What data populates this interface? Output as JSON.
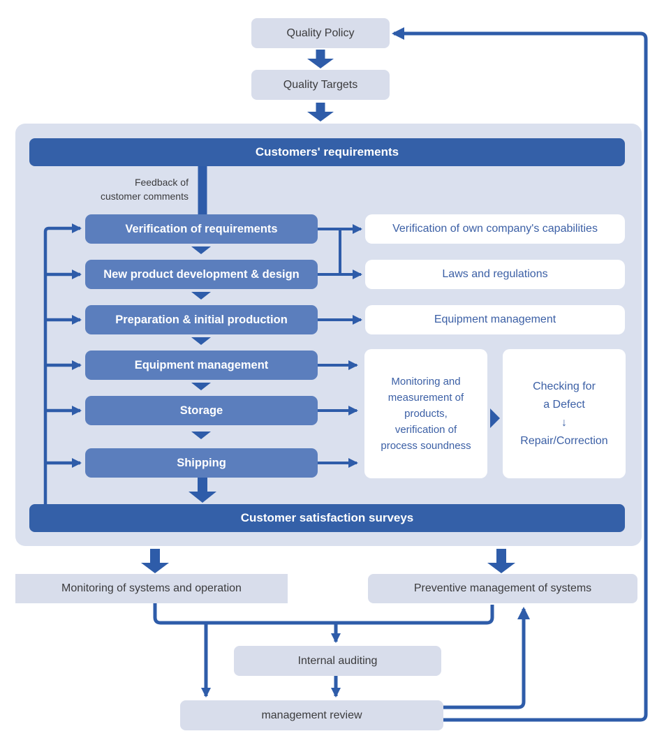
{
  "palette": {
    "accent_blue": "#2e5ca9",
    "band_blue": "#3460a8",
    "process_blue": "#5b7ebd",
    "light_box": "#d8ddeb",
    "container_bg": "#dae0ee",
    "white_box": "#ffffff",
    "text_dark": "#3b3b3d",
    "text_blue": "#3b5fa5"
  },
  "top": {
    "quality_policy": "Quality Policy",
    "quality_targets": "Quality Targets"
  },
  "container": {
    "header": "Customers' requirements",
    "feedback_note": {
      "lines": [
        "Feedback of",
        "customer comments"
      ]
    },
    "process_steps": [
      "Verification of requirements",
      "New product development & design",
      "Preparation & initial production",
      "Equipment management",
      "Storage",
      "Shipping"
    ],
    "side_boxes": [
      "Verification of own company's capabilities",
      "Laws and regulations",
      "Equipment management"
    ],
    "monitoring_box": {
      "lines": [
        "Monitoring and",
        "measurement of",
        "products,",
        "verification of",
        "process soundness"
      ]
    },
    "checking_box": {
      "lines": [
        "Checking for",
        "a Defect",
        "↓",
        "Repair/Correction"
      ]
    },
    "footer": "Customer satisfaction surveys"
  },
  "bottom": {
    "monitoring_systems": "Monitoring of systems and operation",
    "preventive_management": "Preventive management of systems",
    "internal_auditing": "Internal auditing",
    "management_review": "management review"
  }
}
